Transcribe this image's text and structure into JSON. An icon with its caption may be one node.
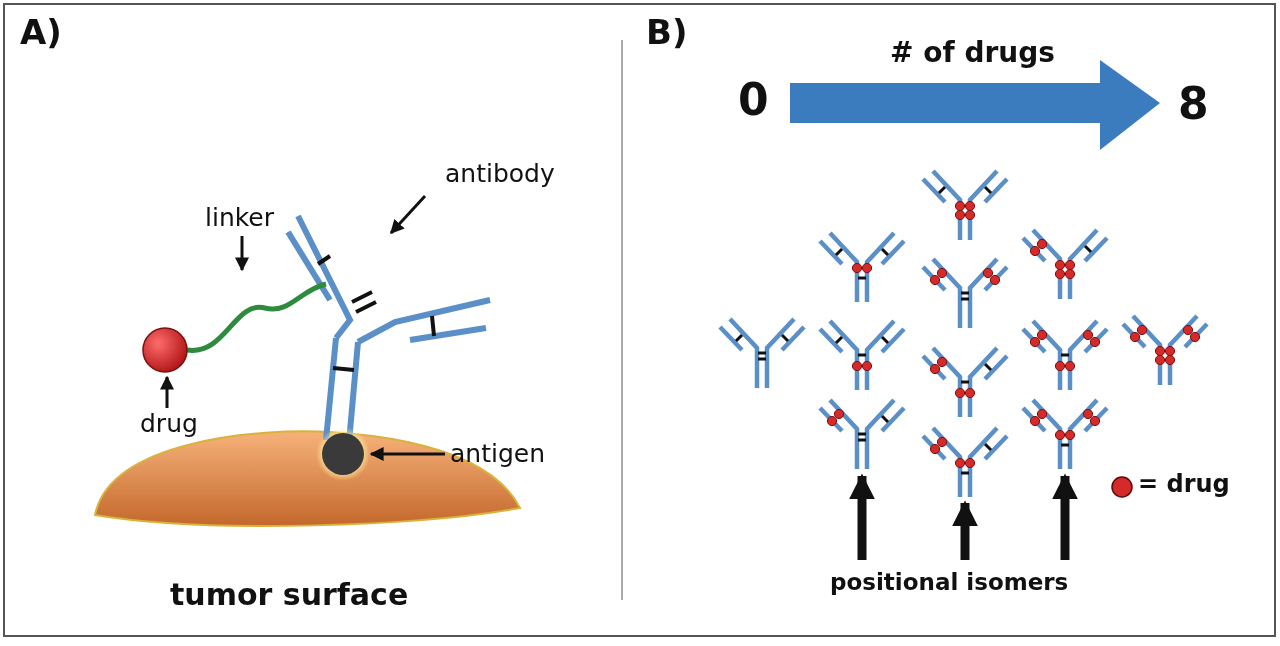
{
  "diagram": {
    "nodes": [
      {
        "text": [
          "antibody"
        ]
      },
      {
        "text": [],
        "shape": "picture"
      },
      {
        "text": [
          "linker"
        ]
      },
      {
        "text": [],
        "shape": "picture"
      },
      {
        "text": [
          "drug"
        ]
      },
      {
        "text": [],
        "shape": "circle"
      },
      {
        "text": [
          "antigen"
        ]
      },
      {
        "text": [],
        "shape": "circle"
      },
      {
        "text": [
          "positional isomers"
        ]
      },
      {
        "text": [],
        "shape": "picture"
      },
      {
        "text": [],
        "shape": "picture"
      },
      {
        "text": [],
        "shape": "picture"
      }
    ],
    "edges": [
      {
        "from": 0,
        "to": 1,
        "arrow": "to"
      },
      {
        "from": 2,
        "to": 3,
        "arrow": "to"
      },
      {
        "from": 4,
        "to": 5,
        "arrow": "to"
      },
      {
        "from": 6,
        "to": 7,
        "arrow": "to"
      },
      {
        "from": 8,
        "to": 9,
        "arrow": "to",
        "style": "thick"
      },
      {
        "from": 8,
        "to": 10,
        "arrow": "to",
        "style": "thick"
      },
      {
        "from": 8,
        "to": 11,
        "arrow": "to",
        "style": "thick"
      }
    ],
    "labels": [
      "A)",
      "B)",
      "# of drugs",
      "0",
      "8",
      "tumor surface"
    ],
    "legend": [
      {
        "text": "= drug",
        "color": "#d42a2a"
      }
    ]
  }
}
